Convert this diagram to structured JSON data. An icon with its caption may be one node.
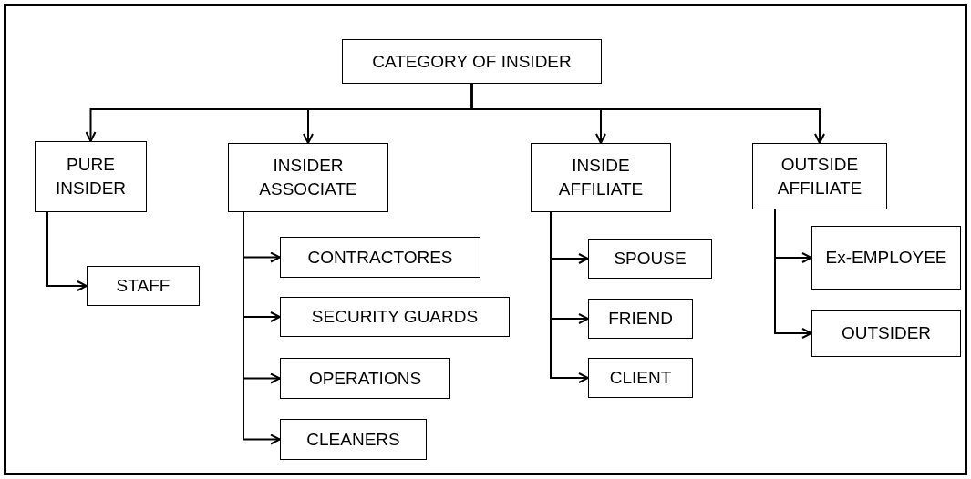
{
  "diagram": {
    "nodes": [
      {
        "text": [
          "CATEGORY OF INSIDER"
        ]
      },
      {
        "text": [
          "PURE INSIDER"
        ]
      },
      {
        "text": [
          "INSIDER ASSOCIATE"
        ]
      },
      {
        "text": [
          "INSIDE AFFILIATE"
        ]
      },
      {
        "text": [
          "OUTSIDE AFFILIATE"
        ]
      },
      {
        "text": [
          "STAFF"
        ]
      },
      {
        "text": [
          "CONTRACTORES"
        ]
      },
      {
        "text": [
          "SECURITY GUARDS"
        ]
      },
      {
        "text": [
          "OPERATIONS"
        ]
      },
      {
        "text": [
          "CLEANERS"
        ]
      },
      {
        "text": [
          "SPOUSE"
        ]
      },
      {
        "text": [
          "FRIEND"
        ]
      },
      {
        "text": [
          "CLIENT"
        ]
      },
      {
        "text": [
          "Ex-EMPLOYEE"
        ]
      },
      {
        "text": [
          "OUTSIDER"
        ]
      }
    ],
    "edges": [
      {
        "from": 0,
        "to": 1,
        "arrow": "to"
      },
      {
        "from": 0,
        "to": 2,
        "arrow": "to"
      },
      {
        "from": 0,
        "to": 3,
        "arrow": "to"
      },
      {
        "from": 0,
        "to": 4,
        "arrow": "to"
      },
      {
        "from": 1,
        "to": 5,
        "arrow": "to"
      },
      {
        "from": 2,
        "to": 6,
        "arrow": "to"
      },
      {
        "from": 2,
        "to": 7,
        "arrow": "to"
      },
      {
        "from": 2,
        "to": 8,
        "arrow": "to"
      },
      {
        "from": 2,
        "to": 9,
        "arrow": "to"
      },
      {
        "from": 3,
        "to": 10,
        "arrow": "to"
      },
      {
        "from": 3,
        "to": 11,
        "arrow": "to"
      },
      {
        "from": 3,
        "to": 12,
        "arrow": "to"
      },
      {
        "from": 4,
        "to": 13,
        "arrow": "to"
      },
      {
        "from": 4,
        "to": 14,
        "arrow": "to"
      }
    ]
  }
}
